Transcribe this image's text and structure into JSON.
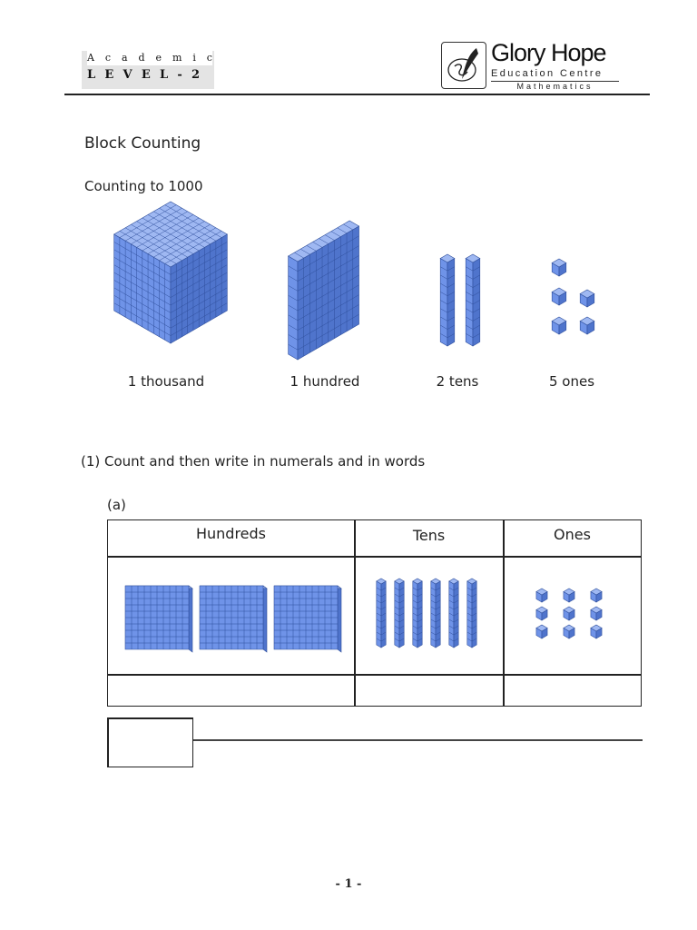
{
  "header": {
    "academic_letters": [
      "A",
      "c",
      "a",
      "d",
      "e",
      "m",
      "i",
      "c"
    ],
    "level_letters": [
      "L",
      "E",
      "V",
      "E",
      "L",
      "-",
      "2"
    ],
    "logo": {
      "name": "Glory Hope",
      "subtitle": "Education Centre",
      "subject": "Mathematics"
    }
  },
  "lesson": {
    "title": "Block Counting",
    "subtitle": "Counting to 1000"
  },
  "blocks": [
    {
      "label": "1 thousand"
    },
    {
      "label": "1 hundred"
    },
    {
      "label": "2 tens"
    },
    {
      "label": "5 ones"
    }
  ],
  "exercise": {
    "question": "(1) Count and then write in numerals and in words",
    "part": "(a)",
    "table": {
      "headers": [
        "Hundreds",
        "Tens",
        "Ones"
      ],
      "counts": {
        "hundreds": 3,
        "tens": 6,
        "ones": 9
      }
    }
  },
  "colors": {
    "block_fill": "#6f93e8",
    "block_top": "#9fb8f2",
    "block_side": "#4f74cc",
    "block_line": "#2f4f9c"
  },
  "footer": {
    "page_number": "- 1 -"
  }
}
